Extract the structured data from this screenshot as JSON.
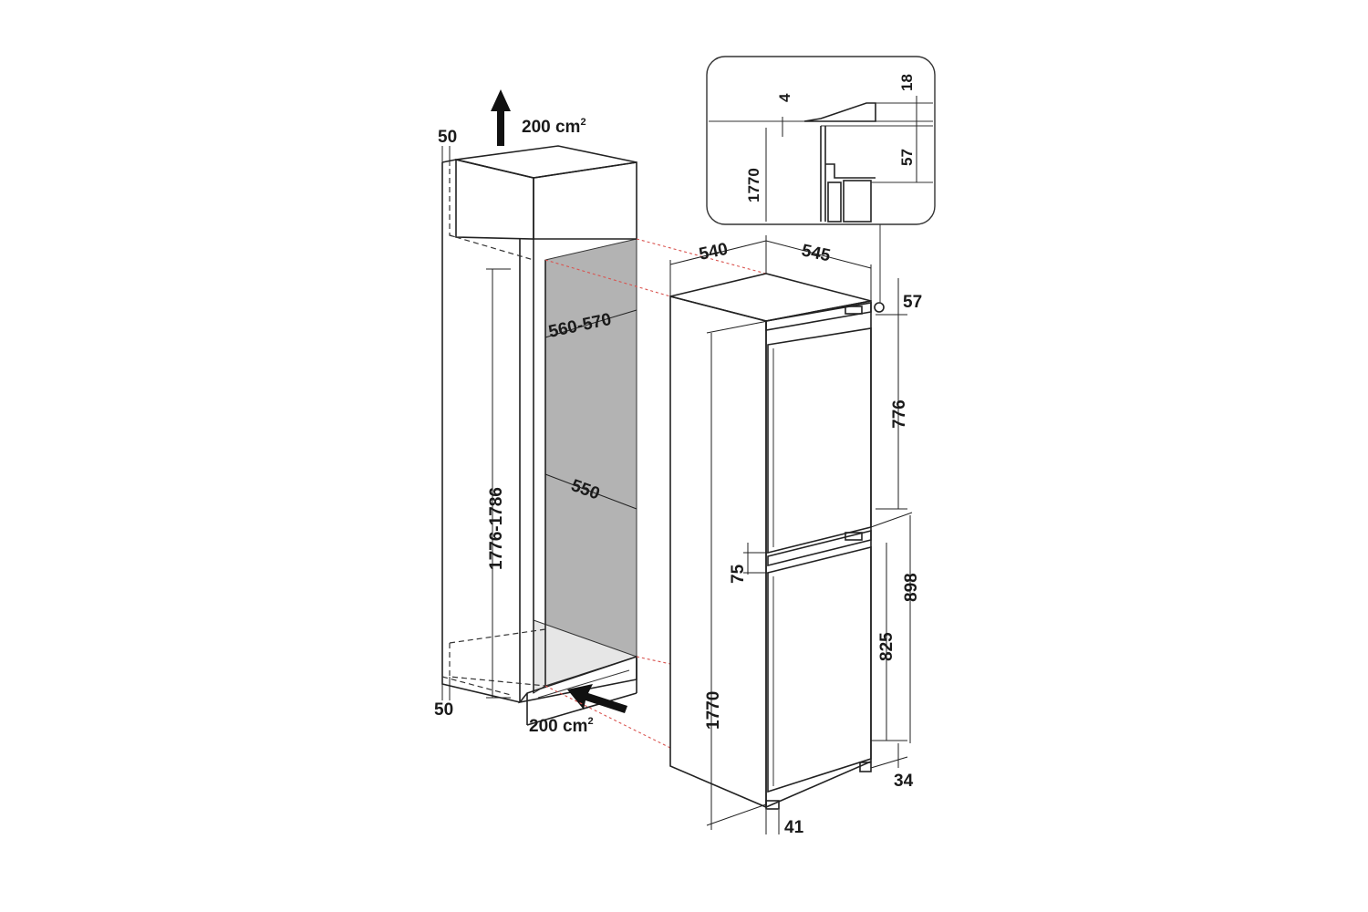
{
  "labels": {
    "vent_top_area": "200",
    "vent_top_unit": "cm",
    "vent_top_sup": "2",
    "top_gap": "50",
    "bottom_gap": "50",
    "vent_bottom_area": "200",
    "vent_bottom_unit": "cm",
    "vent_bottom_sup": "2",
    "niche_height": "1776-1786",
    "niche_width": "560-570",
    "niche_depth": "550",
    "appliance_width": "540",
    "appliance_depth": "545",
    "top_offset": "57",
    "upper_door": "776",
    "door_gap": "75",
    "lower_door": "825",
    "lower_section": "898",
    "appliance_height": "1770",
    "foot_height": "34",
    "foot_depth": "41",
    "detail_gap": "4",
    "detail_top": "18",
    "detail_offset": "57",
    "detail_height": "1770"
  },
  "colors": {
    "line": "#222222",
    "niche_fill": "#b3b3b3",
    "guide": "#d9534f"
  }
}
